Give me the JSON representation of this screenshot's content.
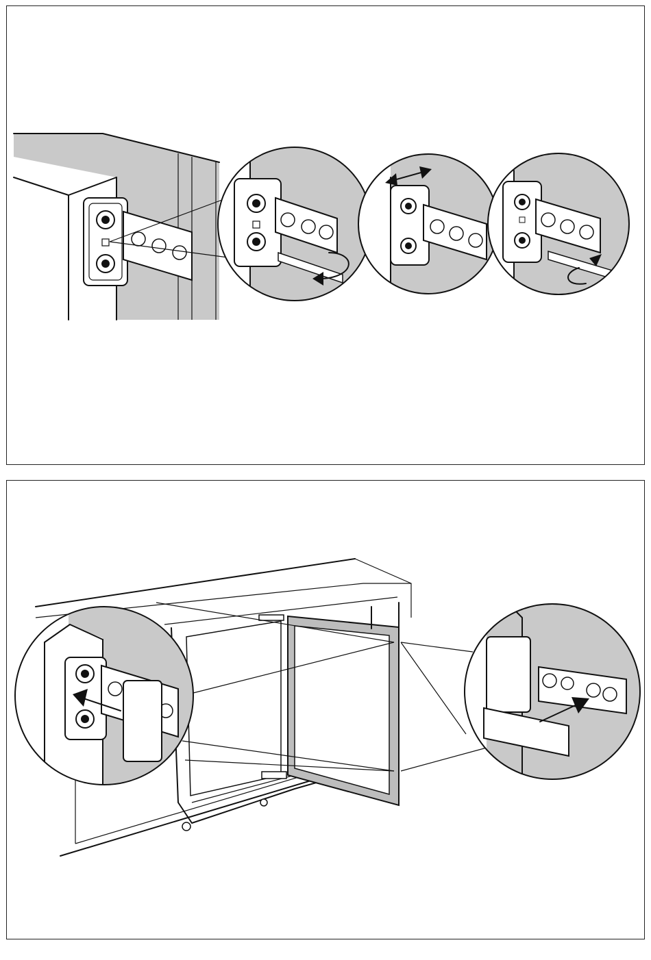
{
  "document": {
    "type": "installation-illustration",
    "panels": [
      {
        "id": "top",
        "depicts": [
          "hinge-bracket",
          "adjust-screws-loosen",
          "shift-horizontal",
          "adjust-screws-tighten"
        ]
      },
      {
        "id": "bottom",
        "depicts": [
          "appliance-with-door",
          "fit-cover-left",
          "fit-cover-right"
        ]
      }
    ]
  },
  "colors": {
    "line": "#111111",
    "fill_gray": "#c9c9c9",
    "fill_white": "#ffffff"
  },
  "icons": [
    "rotate-ccw-arrow-icon",
    "double-arrow-icon",
    "rotate-cw-arrow-icon",
    "push-arrow-icon"
  ]
}
